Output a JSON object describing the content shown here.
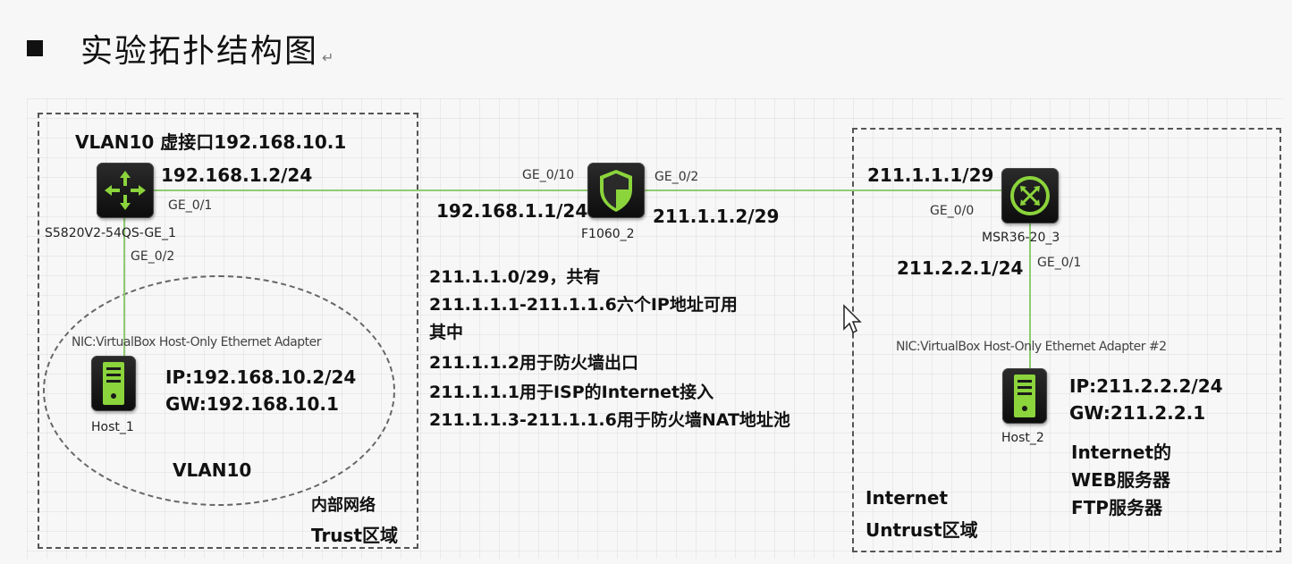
{
  "heading": {
    "title": "实验拓扑结构图",
    "return_mark": "↵"
  },
  "left_zone": {
    "vlan_if": "VLAN10 虚接口192.168.10.1",
    "switch_name": "S5820V2-54QS-GE_1",
    "switch_ip": "192.168.1.2/24",
    "switch_port_up": "GE_0/1",
    "switch_port_down": "GE_0/2",
    "nic_label": "NIC:VirtualBox Host-Only Ethernet Adapter",
    "host_name": "Host_1",
    "host_ip": "IP:192.168.10.2/24",
    "host_gw": "GW:192.168.10.1",
    "vlan_label": "VLAN10",
    "zone_line1": "内部网络",
    "zone_line2": "Trust区域"
  },
  "firewall": {
    "name": "F1060_2",
    "port_in": "GE_0/10",
    "port_out": "GE_0/2",
    "ip_in": "192.168.1.1/24",
    "ip_out": "211.1.1.2/29"
  },
  "notes": [
    "211.1.1.0/29，共有",
    "211.1.1.1-211.1.1.6六个IP地址可用",
    "其中",
    "211.1.1.2用于防火墙出口",
    "211.1.1.1用于ISP的Internet接入",
    "211.1.1.3-211.1.1.6用于防火墙NAT地址池"
  ],
  "right_zone": {
    "router_name": "MSR36-20_3",
    "router_ip_up": "211.1.1.1/29",
    "router_port_up": "GE_0/0",
    "router_ip_down": "211.2.2.1/24",
    "router_port_down": "GE_0/1",
    "nic_label": "NIC:VirtualBox Host-Only Ethernet Adapter #2",
    "host_name": "Host_2",
    "host_ip": "IP:211.2.2.2/24",
    "host_gw": "GW:211.2.2.1",
    "services": [
      "Internet的",
      "WEB服务器",
      "FTP服务器"
    ],
    "zone_line1": "Internet",
    "zone_line2": "Untrust区域"
  },
  "icons": {
    "switch": "l3-switch-icon",
    "firewall": "firewall-shield-icon",
    "router": "router-icon",
    "host": "server-host-icon",
    "cursor": "mouse-cursor-icon",
    "accent_green": "#8fcc70",
    "icon_green": "#8bd43c"
  }
}
